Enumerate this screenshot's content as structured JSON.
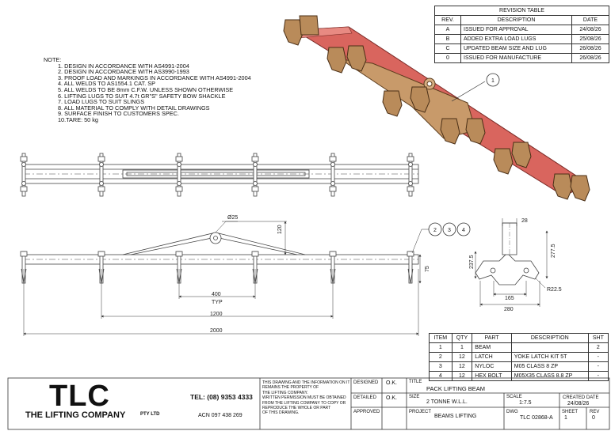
{
  "revision_table": {
    "title": "REVISION TABLE",
    "headers": [
      "REV.",
      "DESCRIPTION",
      "DATE"
    ],
    "rows": [
      [
        "A",
        "ISSUED FOR APPROVAL",
        "24/08/26"
      ],
      [
        "B",
        "ADDED EXTRA LOAD LUGS",
        "25/08/26"
      ],
      [
        "C",
        "UPDATED BEAM SIZE AND LUG",
        "26/08/26"
      ],
      [
        "0",
        "ISSUED FOR MANUFACTURE",
        "26/08/26"
      ]
    ]
  },
  "notes": {
    "title": "NOTE:",
    "items": [
      "1.  DESIGN IN ACCORDANCE WITH AS4991-2004",
      "2.  DESIGN IN ACCORDANCE WITH AS3990-1993",
      "3.  PROOF LOAD AND MARKINGS IN ACCORDANCE WITH AS4991-2004",
      "4.  ALL WELDS TO AS1554.1 CAT. SP",
      "5.  ALL WELDS TO BE 8mm C.F.W. UNLESS SHOWN OTHERWISE",
      "6.  LIFTING LUGS TO SUIT 4.7t GR\"S\" SAFETY BOW SHACKLE",
      "7.  LOAD LUGS TO SUIT SLINGS",
      "8.  ALL MATERIAL TO COMPLY WITH DETAIL DRAWINGS",
      "9.  SURFACE FINISH TO CUSTOMERS SPEC.",
      "10.TARE: 50 kg"
    ]
  },
  "balloons": [
    "1",
    "2",
    "3",
    "4"
  ],
  "dimensions": {
    "pin_dia": "Ø25",
    "height_120": "120",
    "height_75": "75",
    "spacing": "400",
    "spacing_typ": "TYP",
    "inner_length": "1200",
    "overall_length": "2000",
    "lug_28": "28",
    "lug_237": "237.5",
    "lug_277": "277.5",
    "lug_165": "165",
    "lug_280": "280",
    "lug_radius": "R22.5"
  },
  "parts_list": {
    "headers": [
      "ITEM",
      "QTY",
      "PART",
      "DESCRIPTION",
      "SHT"
    ],
    "rows": [
      [
        "1",
        "1",
        "BEAM",
        "",
        "2"
      ],
      [
        "2",
        "12",
        "LATCH",
        "YOKE LATCH KIT 5T",
        "-"
      ],
      [
        "3",
        "12",
        "NYLOC",
        "M05 CLASS 8 ZP",
        "-"
      ],
      [
        "4",
        "12",
        "HEX BOLT",
        "M05X35 CLASS 8.8 ZP",
        "-"
      ]
    ]
  },
  "title_block": {
    "logo": "TLC",
    "company": "THE LIFTING COMPANY",
    "pty": "PTY LTD",
    "tel": "TEL: (08) 9353 4333",
    "acn": "ACN 097 438 269",
    "disclaimer": [
      "THIS DRAWING AND THE INFORMATION ON IT",
      "REMAINS THE PROPERTY OF",
      "THE LIFTING COMPANY.",
      "WRITTEN PERMISSION MUST BE OBTAINED",
      "FROM THE LIFTING COMPANY TO COPY OR",
      "REPRODUCE THE WHOLE OR PART",
      "OF THIS DRAWING."
    ],
    "designed_label": "DESIGNED",
    "designed_value": "O.K.",
    "detailed_label": "DETAILED",
    "detailed_value": "O.K.",
    "approved_label": "APPROVED",
    "title_label": "TITLE",
    "title_value": "PACK LIFTING BEAM",
    "size_label": "SIZE",
    "size_value": "2 TONNE W.L.L.",
    "scale_label": "SCALE",
    "scale_value": "1:7.5",
    "created_label": "CREATED DATE",
    "created_value": "24/08/26",
    "project_label": "PROJECT",
    "project_value": "BEAMS LIFTING",
    "dwg_label": "DWG",
    "dwg_value": "TLC 02868-A",
    "sheet_label": "SHEET",
    "sheet_value": "1",
    "rev_label": "REV",
    "rev_value": "0"
  },
  "colors": {
    "beam": "#e07a72",
    "frame": "#c89a6a",
    "line": "#333333"
  }
}
